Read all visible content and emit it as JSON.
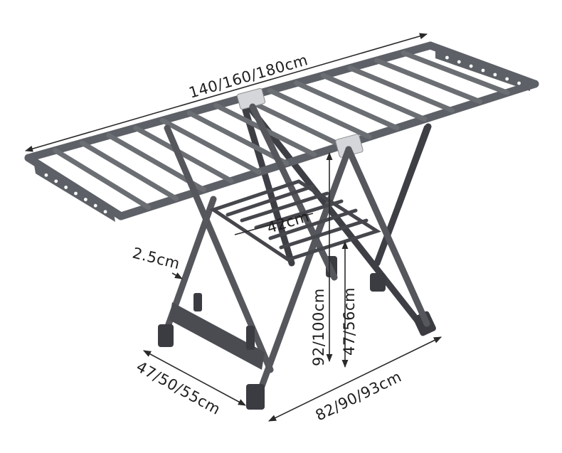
{
  "dimensions": {
    "length": "140/160/180cm",
    "wing_width": "42cm",
    "tube_diameter": "2.5cm",
    "height_total": "92/100cm",
    "height_shelf": "47/56cm",
    "depth": "47/50/55cm",
    "base_width": "82/90/93cm"
  },
  "colors": {
    "frame": "#55575c",
    "dimension_lines": "#2a2a2a",
    "background": "#ffffff"
  }
}
